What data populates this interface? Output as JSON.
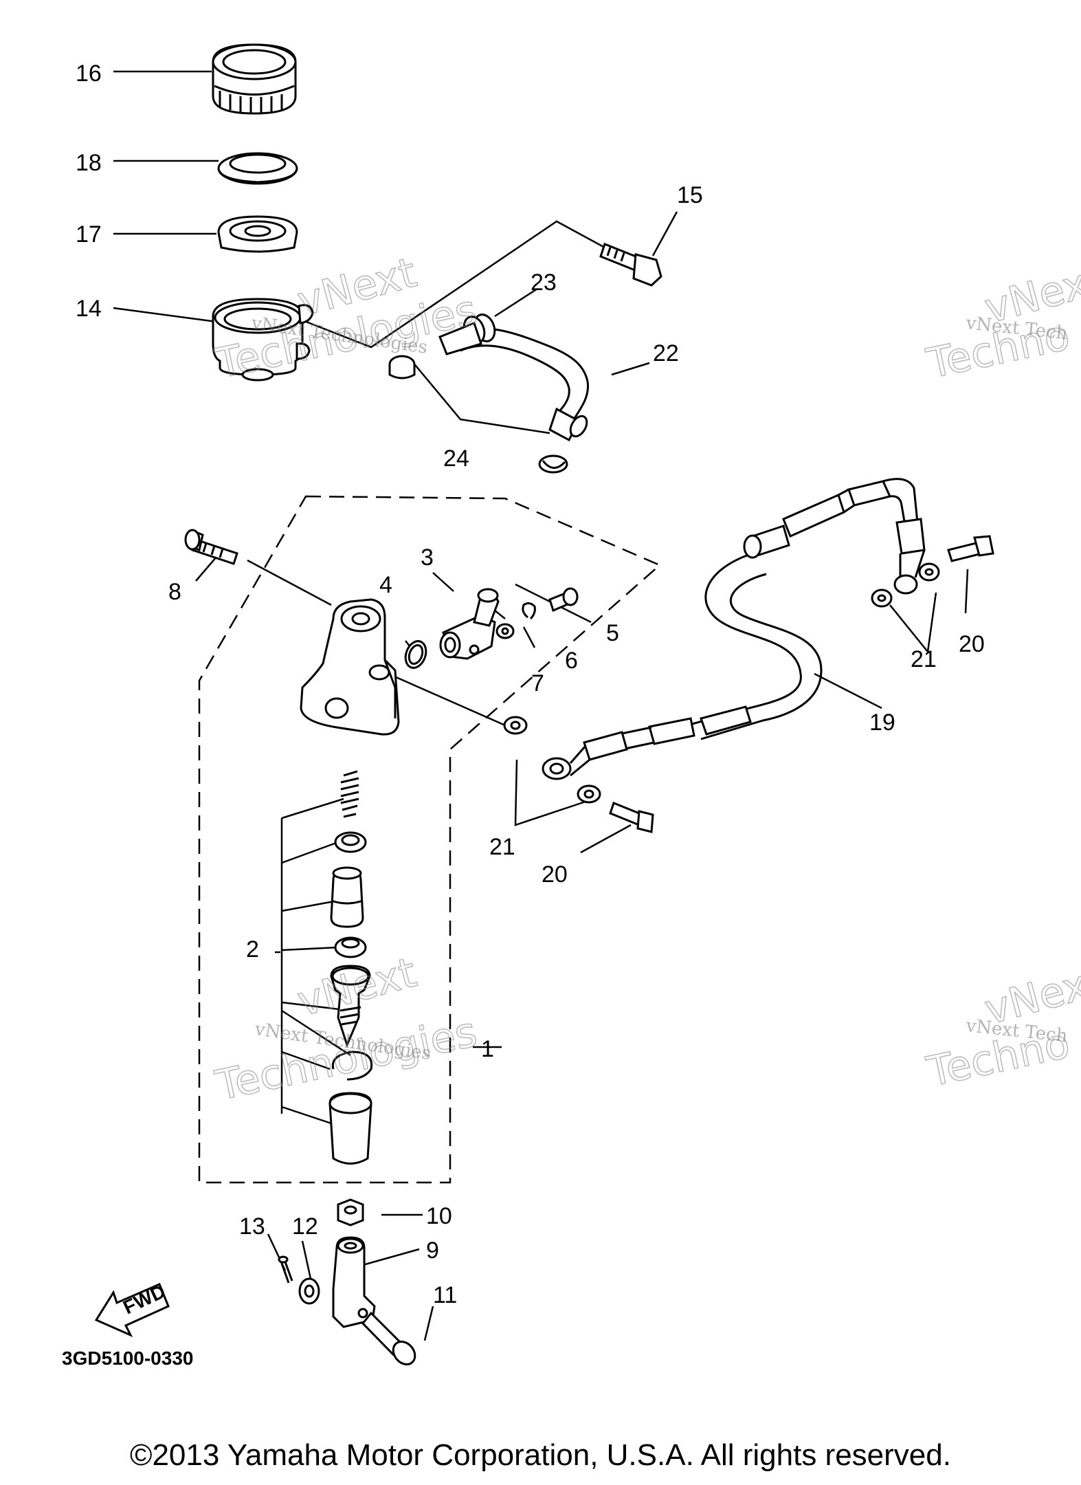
{
  "diagram": {
    "callouts": {
      "c1": "1",
      "c2": "2",
      "c3": "3",
      "c4": "4",
      "c5": "5",
      "c6": "6",
      "c7": "7",
      "c8": "8",
      "c9": "9",
      "c10": "10",
      "c11": "11",
      "c12": "12",
      "c13": "13",
      "c14": "14",
      "c15": "15",
      "c16": "16",
      "c17": "17",
      "c18": "18",
      "c19": "19",
      "c20a": "20",
      "c20b": "20",
      "c21a": "21",
      "c21b": "21",
      "c22": "22",
      "c23": "23",
      "c24": "24"
    },
    "diagram_code": "3GD5100-0330",
    "fwd_label": "FWD",
    "watermark": {
      "line1": "vNext",
      "line2": "vNext Technologies",
      "line3": "Technologies",
      "line2_cut": "vNext Tech",
      "line3_cut": "Techno",
      "line1_cut": "vNex"
    }
  },
  "footer": {
    "copyright": "©2013 Yamaha Motor Corporation, U.S.A. All rights reserved."
  }
}
